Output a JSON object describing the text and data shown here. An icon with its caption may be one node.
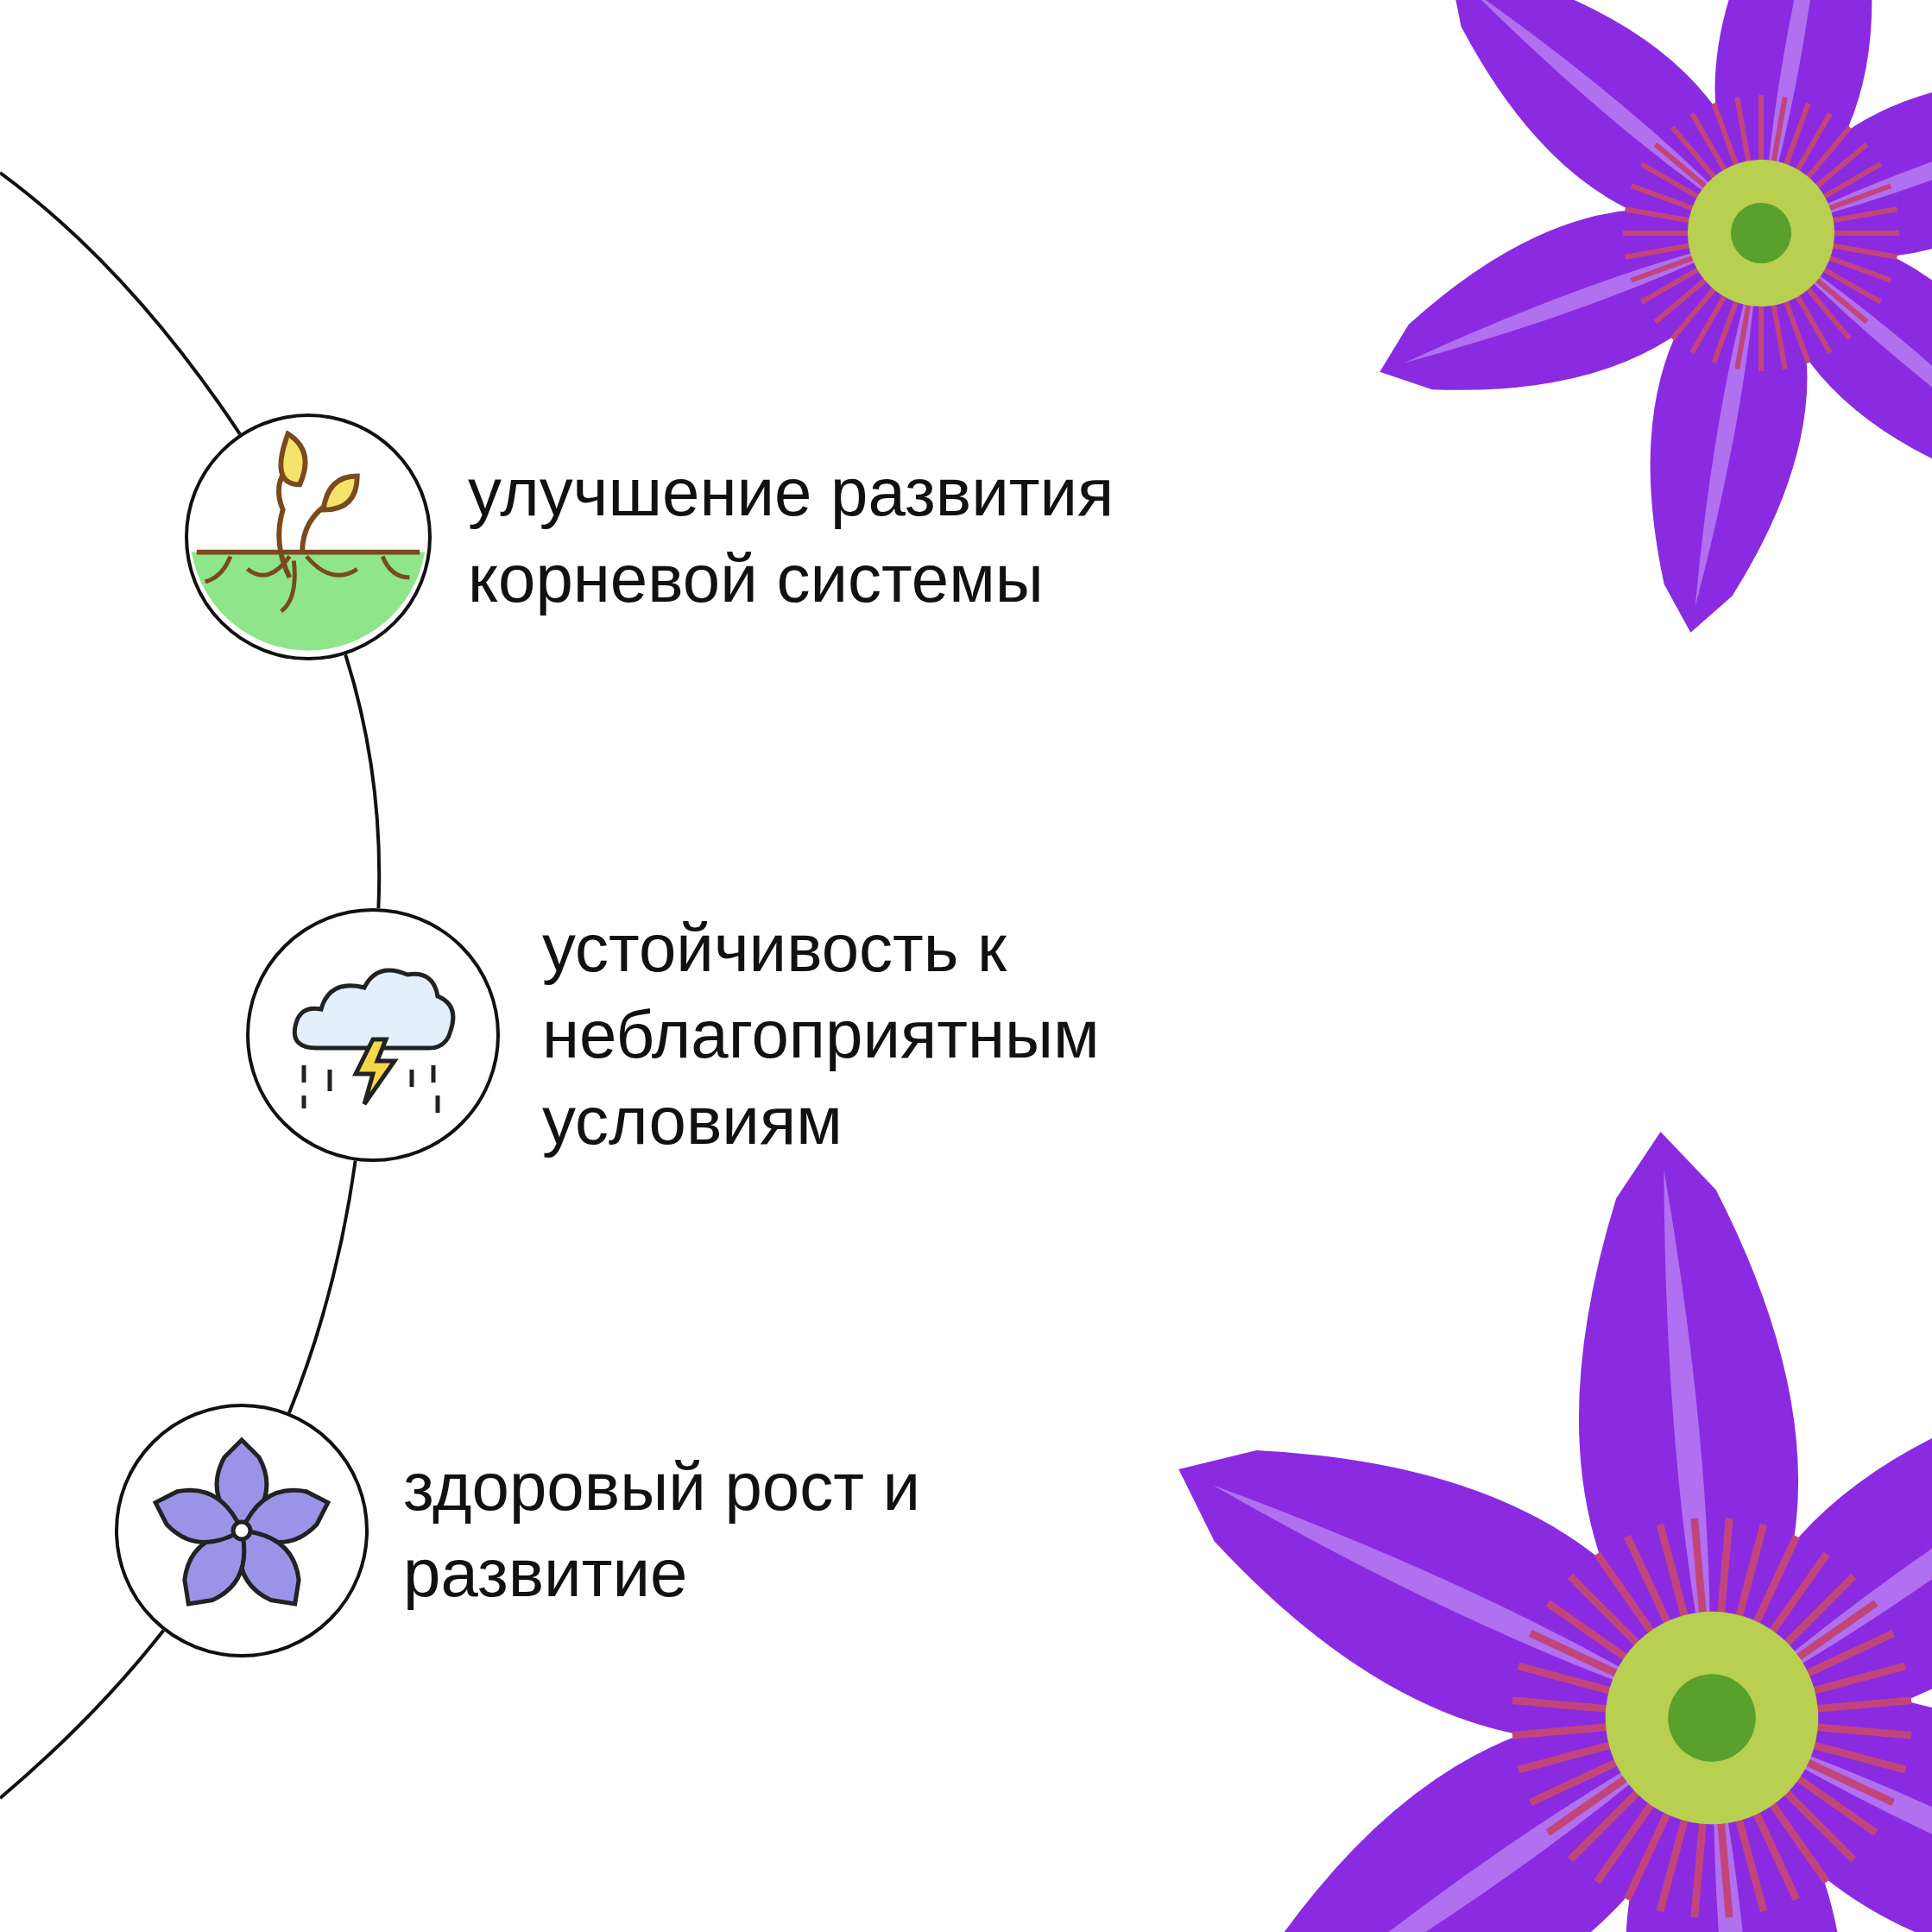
{
  "diagram": {
    "nodes": [
      {
        "text": [],
        "shape": "circle",
        "beside": [
          "улучшение развития корневой системы"
        ]
      },
      {
        "text": [],
        "shape": "circle",
        "beside": [
          "устойчивость к неблагоприятным условиям"
        ]
      },
      {
        "text": [],
        "shape": "circle",
        "beside": [
          "здоровый рост и развитие"
        ]
      }
    ],
    "edges": [
      {
        "from": null,
        "to": 0,
        "arrow": "none"
      },
      {
        "from": 0,
        "to": 1,
        "arrow": "none"
      },
      {
        "from": 1,
        "to": 2,
        "arrow": "none"
      },
      {
        "from": 2,
        "to": null,
        "arrow": "none"
      }
    ]
  }
}
